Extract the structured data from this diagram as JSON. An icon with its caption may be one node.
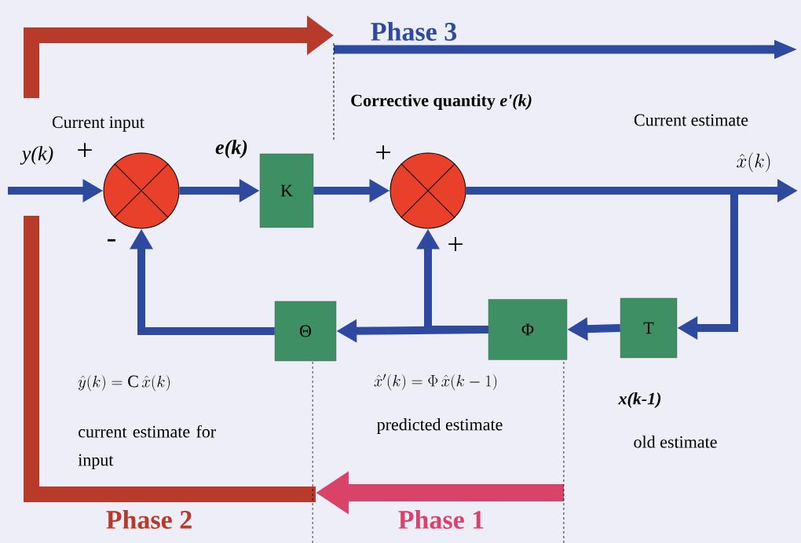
{
  "diagram": {
    "nodes": [
      {
        "text": [],
        "shape": "circle"
      },
      {
        "text": [
          "K"
        ]
      },
      {
        "text": [],
        "shape": "circle"
      },
      {
        "text": [
          "T"
        ]
      },
      {
        "text": [
          "Φ"
        ]
      },
      {
        "text": [
          "Θ"
        ]
      }
    ],
    "edges": [
      {
        "from": null,
        "to": 0,
        "arrow": "to",
        "label": "y(k)"
      },
      {
        "from": 0,
        "to": 1,
        "arrow": "to",
        "label": "e(k)"
      },
      {
        "from": 1,
        "to": 2,
        "arrow": "to"
      },
      {
        "from": 2,
        "to": null,
        "arrow": "to",
        "label": "\\hat{x}(k)"
      },
      {
        "from": 2,
        "to": 3,
        "arrow": "to"
      },
      {
        "from": 3,
        "to": 4,
        "arrow": "to"
      },
      {
        "from": 4,
        "to": 5,
        "arrow": "to"
      },
      {
        "from": 4,
        "to": 2,
        "arrow": "to"
      },
      {
        "from": 5,
        "to": 0,
        "arrow": "to"
      }
    ],
    "labels": [
      "Phase 3",
      "Corrective quantity *e'(k)*",
      "Current input",
      "Current estimate",
      "+",
      "+",
      "-",
      "+",
      "\\hat{y}(k)=\\mathrm{C}\\,\\hat{x}(k)",
      "\\hat{x}'(k)=\\Phi\\,\\hat{x}(k-1)",
      "x(k-1)",
      "current estimate for input",
      "predicted estimate",
      "old estimate",
      "Phase 2",
      "Phase 1"
    ]
  }
}
